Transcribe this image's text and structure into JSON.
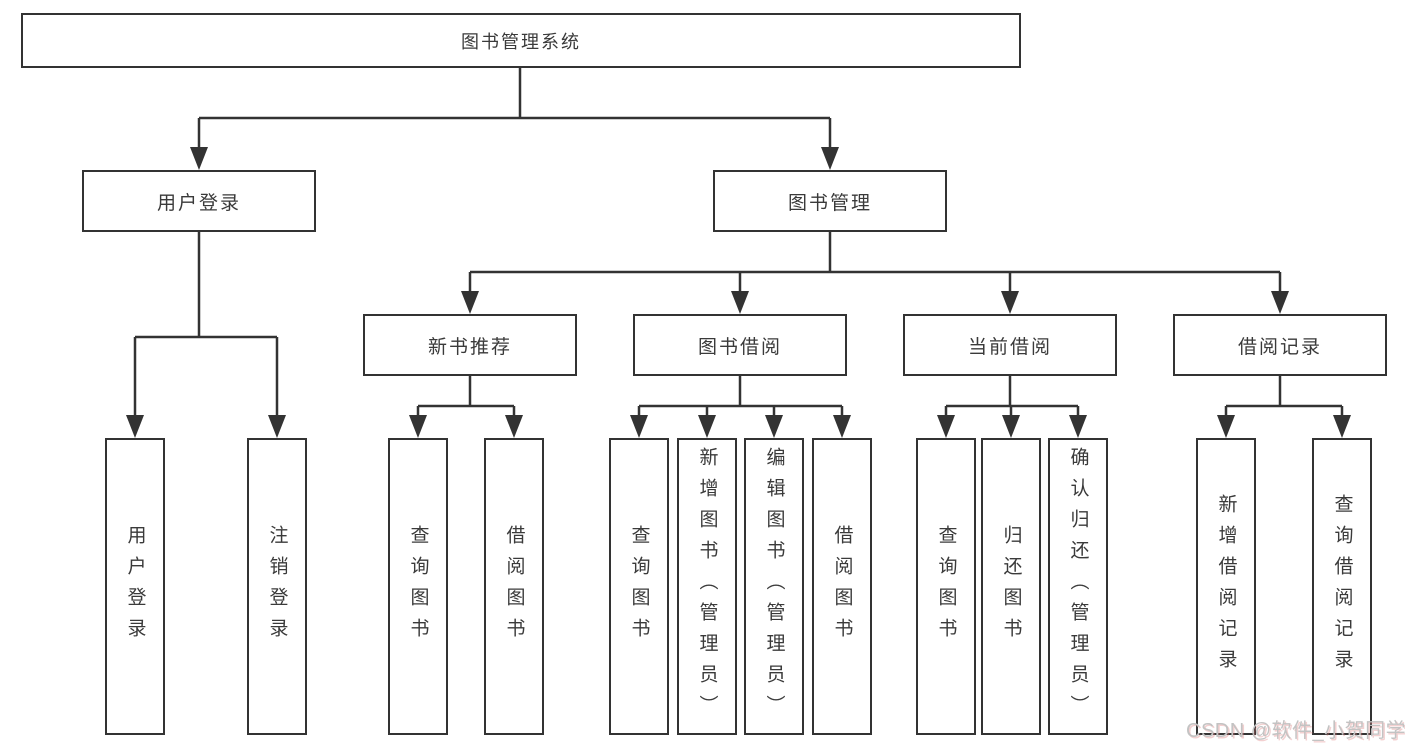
{
  "tree": {
    "root": "图书管理系统",
    "branches": [
      {
        "label": "用户登录",
        "leaves": [
          "用户登录",
          "注销登录"
        ]
      },
      {
        "label": "图书管理",
        "groups": [
          {
            "label": "新书推荐",
            "leaves": [
              "查询图书",
              "借阅图书"
            ]
          },
          {
            "label": "图书借阅",
            "leaves": [
              "查询图书",
              "新增图书（管理员）",
              "编辑图书（管理员）",
              "借阅图书"
            ]
          },
          {
            "label": "当前借阅",
            "leaves": [
              "查询图书",
              "归还图书",
              "确认归还（管理员）"
            ]
          },
          {
            "label": "借阅记录",
            "leaves": [
              "新增借阅记录",
              "查询借阅记录"
            ]
          }
        ]
      }
    ]
  },
  "watermark": "CSDN @软件_小贺同学",
  "colors": {
    "line": "#333333",
    "text": "#3a3a3a",
    "background": "#ffffff",
    "watermark": "#c3c3c3"
  }
}
